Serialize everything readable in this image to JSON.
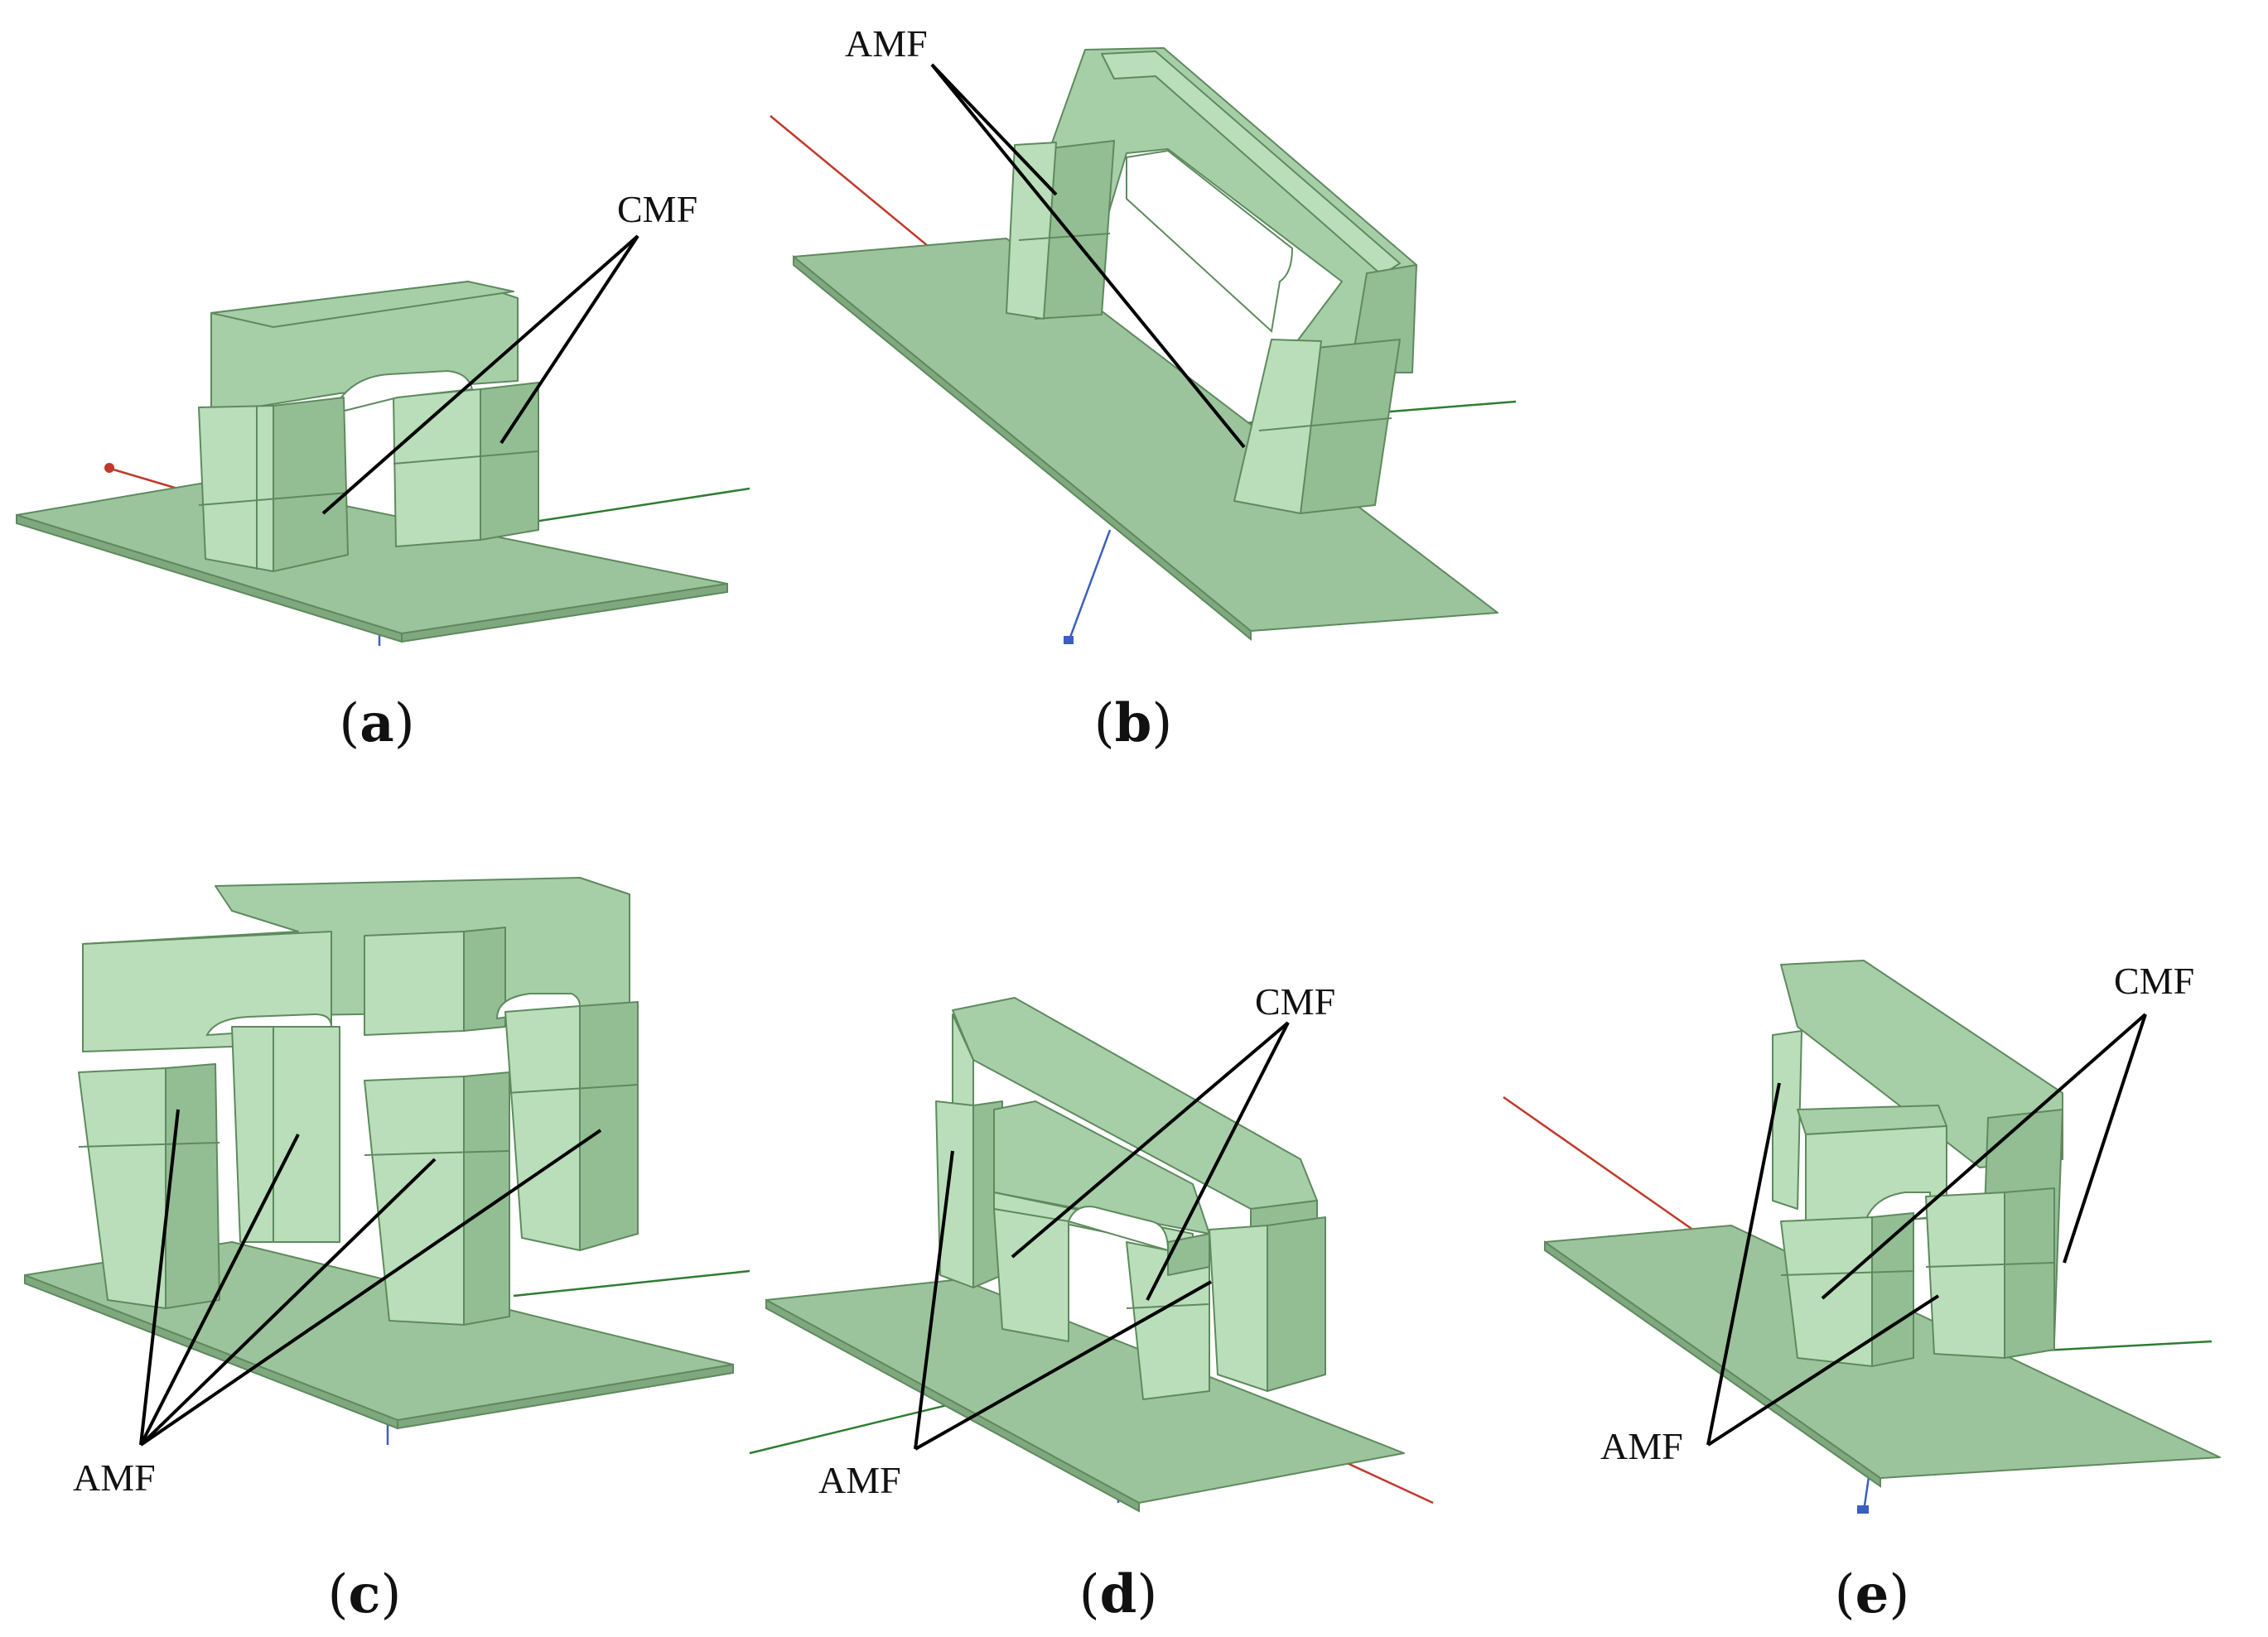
{
  "panels": [
    {
      "id": "a",
      "caption": {
        "open": "(",
        "letter": "a",
        "close": ")"
      },
      "labels": [
        "CMF"
      ]
    },
    {
      "id": "b",
      "caption": {
        "open": "(",
        "letter": "b",
        "close": ")"
      },
      "labels": [
        "AMF"
      ]
    },
    {
      "id": "c",
      "caption": {
        "open": "(",
        "letter": "c",
        "close": ")"
      },
      "labels": [
        "AMF"
      ]
    },
    {
      "id": "d",
      "caption": {
        "open": "(",
        "letter": "d",
        "close": ")"
      },
      "labels": [
        "CMF",
        "AMF"
      ]
    },
    {
      "id": "e",
      "caption": {
        "open": "(",
        "letter": "e",
        "close": ")"
      },
      "labels": [
        "CMF",
        "AMF"
      ]
    }
  ],
  "colors": {
    "model_light": "#b9deb9",
    "model_mid": "#a7cfa7",
    "model_dark": "#93bd93",
    "edge": "#5e8a5e",
    "axis_x": "#c0392b",
    "axis_y": "#2e7d32",
    "axis_z": "#3a5fc0"
  }
}
